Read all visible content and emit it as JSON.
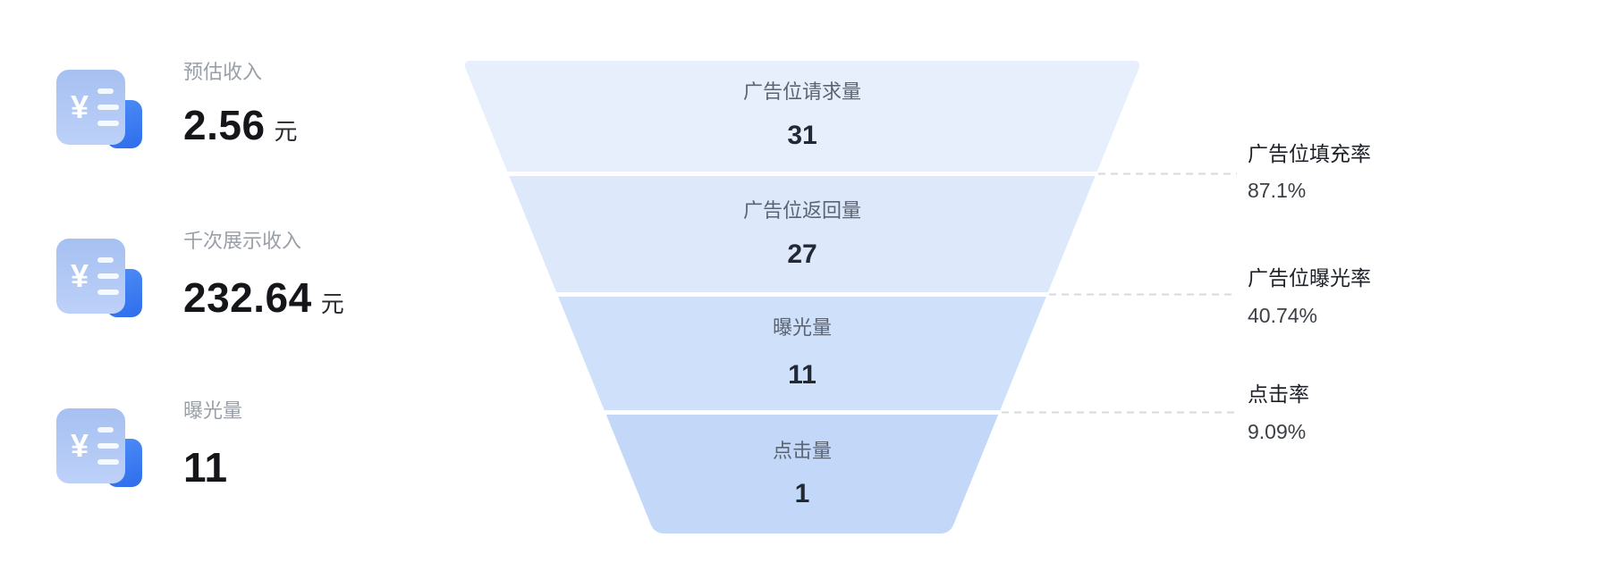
{
  "stats": [
    {
      "icon": "yen-bill-icon",
      "label": "预估收入",
      "value": "2.56",
      "unit": "元"
    },
    {
      "icon": "yen-bill-icon",
      "label": "千次展示收入",
      "value": "232.64",
      "unit": "元"
    },
    {
      "icon": "yen-bill-icon",
      "label": "曝光量",
      "value": "11",
      "unit": ""
    }
  ],
  "chart_data": {
    "type": "funnel",
    "title": "",
    "legend_position": "none",
    "levels": [
      {
        "label": "广告位请求量",
        "value": 31,
        "color": "#e8effc"
      },
      {
        "label": "广告位返回量",
        "value": 27,
        "color": "#dde8fb"
      },
      {
        "label": "曝光量",
        "value": 11,
        "color": "#cfe0fa"
      },
      {
        "label": "点击量",
        "value": 1,
        "color": "#c3d8f9"
      }
    ],
    "rates": [
      {
        "label": "广告位填充率",
        "value": "87.1%"
      },
      {
        "label": "广告位曝光率",
        "value": "40.74%"
      },
      {
        "label": "点击率",
        "value": "9.09%"
      }
    ]
  },
  "colors": {
    "accent_blue": "#2d6dec",
    "icon_light_blue": "#b0c8f4",
    "dashed_line": "#d7d9de",
    "background": "#ffffff"
  }
}
